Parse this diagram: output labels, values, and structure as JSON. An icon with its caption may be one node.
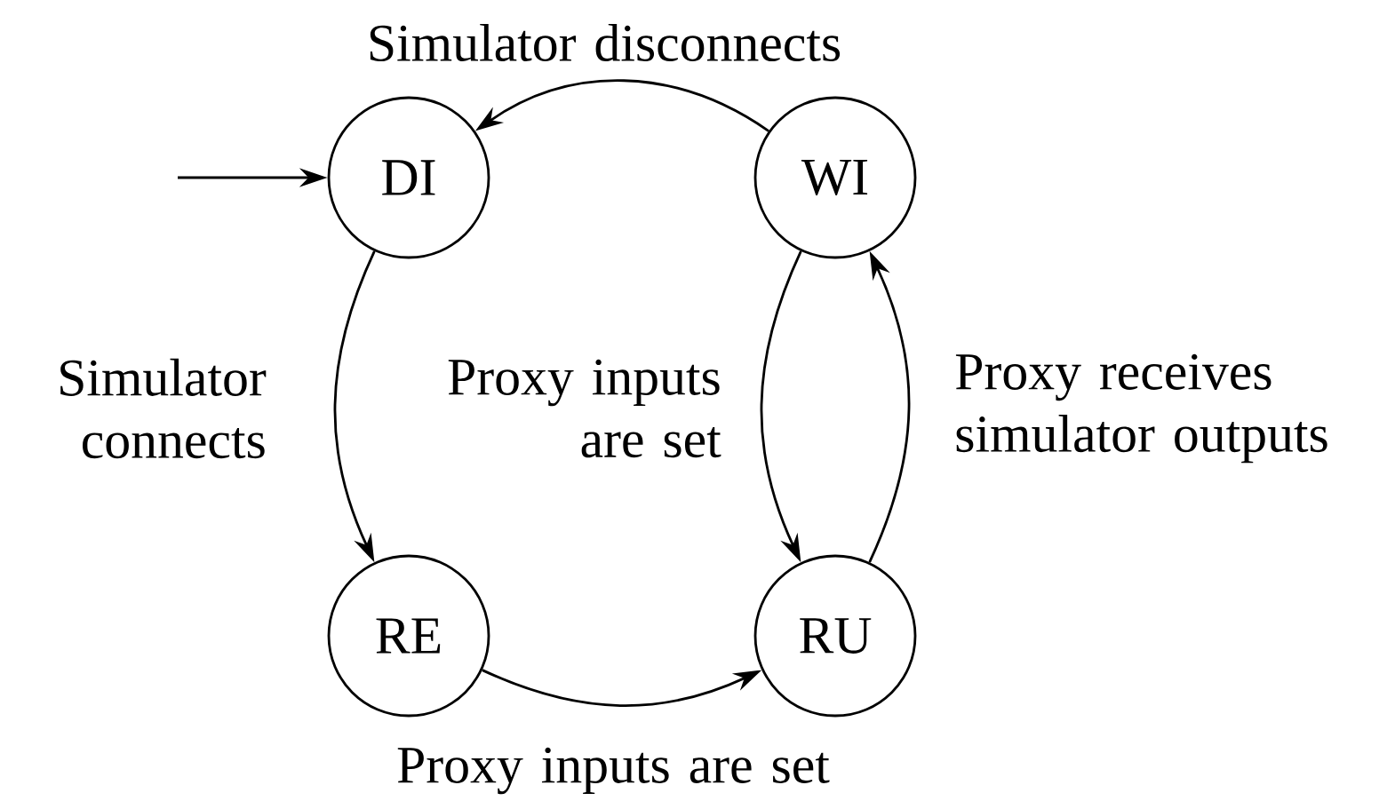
{
  "diagram": {
    "nodes": [
      {
        "text": [
          "DI"
        ]
      },
      {
        "text": [
          "WI"
        ]
      },
      {
        "text": [
          "RE"
        ]
      },
      {
        "text": [
          "RU"
        ]
      }
    ],
    "edges": [
      {
        "from": null,
        "to": 0,
        "arrow": "to"
      },
      {
        "from": 1,
        "to": 0,
        "arrow": "to",
        "label": "Simulator disconnects"
      },
      {
        "from": 0,
        "to": 2,
        "arrow": "to",
        "label": "Simulator connects"
      },
      {
        "from": 1,
        "to": 3,
        "arrow": "to",
        "label": "Proxy inputs are set"
      },
      {
        "from": 3,
        "to": 1,
        "arrow": "to",
        "label": "Proxy receives simulator outputs"
      },
      {
        "from": 2,
        "to": 3,
        "arrow": "to",
        "label": "Proxy inputs are set"
      }
    ]
  }
}
